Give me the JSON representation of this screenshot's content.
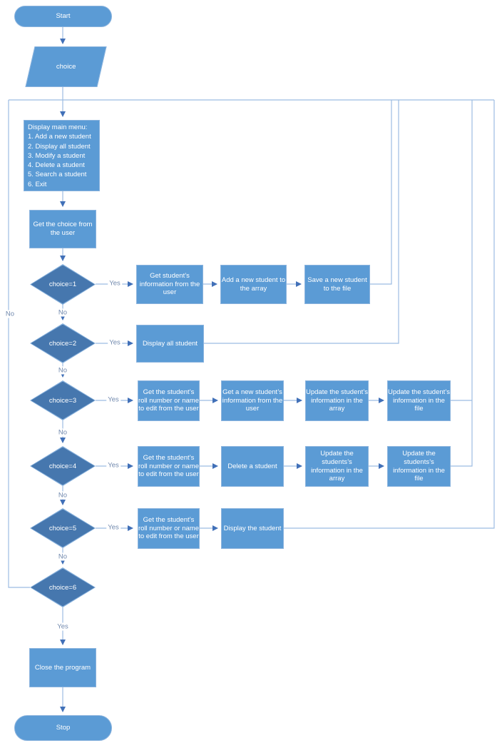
{
  "diagram": {
    "type": "flowchart",
    "colors": {
      "process_fill": "#5B9BD5",
      "decision_fill": "#4677AE",
      "shape_border": "#8CB4DE",
      "connector_line": "#9CBCE2",
      "arrowhead": "#4170B8",
      "edge_label_text": "#7189AE",
      "shape_text": "#FFFFFF"
    },
    "nodes": {
      "start": "Start",
      "choice_input": "choice",
      "menu": "Display main menu:\n1. Add a new student\n2. Display all student\n3. Modify a student\n4. Delete a student\n5. Search a student\n6. Exit",
      "get_choice": "Get the choice from the user",
      "decisions": [
        "choice=1",
        "choice=2",
        "choice=3",
        "choice=4",
        "choice=5",
        "choice=6"
      ],
      "row1": {
        "b1": "Get student’s information from the user",
        "b2": "Add a new student to the array",
        "b3": "Save a new student to the file"
      },
      "row2": {
        "b1": "Display all student"
      },
      "row3": {
        "b1": "Get the student’s roll number or name to edit from the user",
        "b2": "Get a new student’s information from the user",
        "b3": "Update the student’s information in the array",
        "b4": "Update the student’s information in the file"
      },
      "row4": {
        "b1": "Get the student’s roll number or name to edit from the user",
        "b2": "Delete a student",
        "b3": "Update the students’s information in the array",
        "b4": "Update the students’s information in the file"
      },
      "row5": {
        "b1": "Get the student’s roll number or name to edit from the user",
        "b2": "Display the student"
      },
      "close": "Close the program",
      "stop": "Stop"
    },
    "labels": {
      "yes": "Yes",
      "no": "No"
    }
  }
}
